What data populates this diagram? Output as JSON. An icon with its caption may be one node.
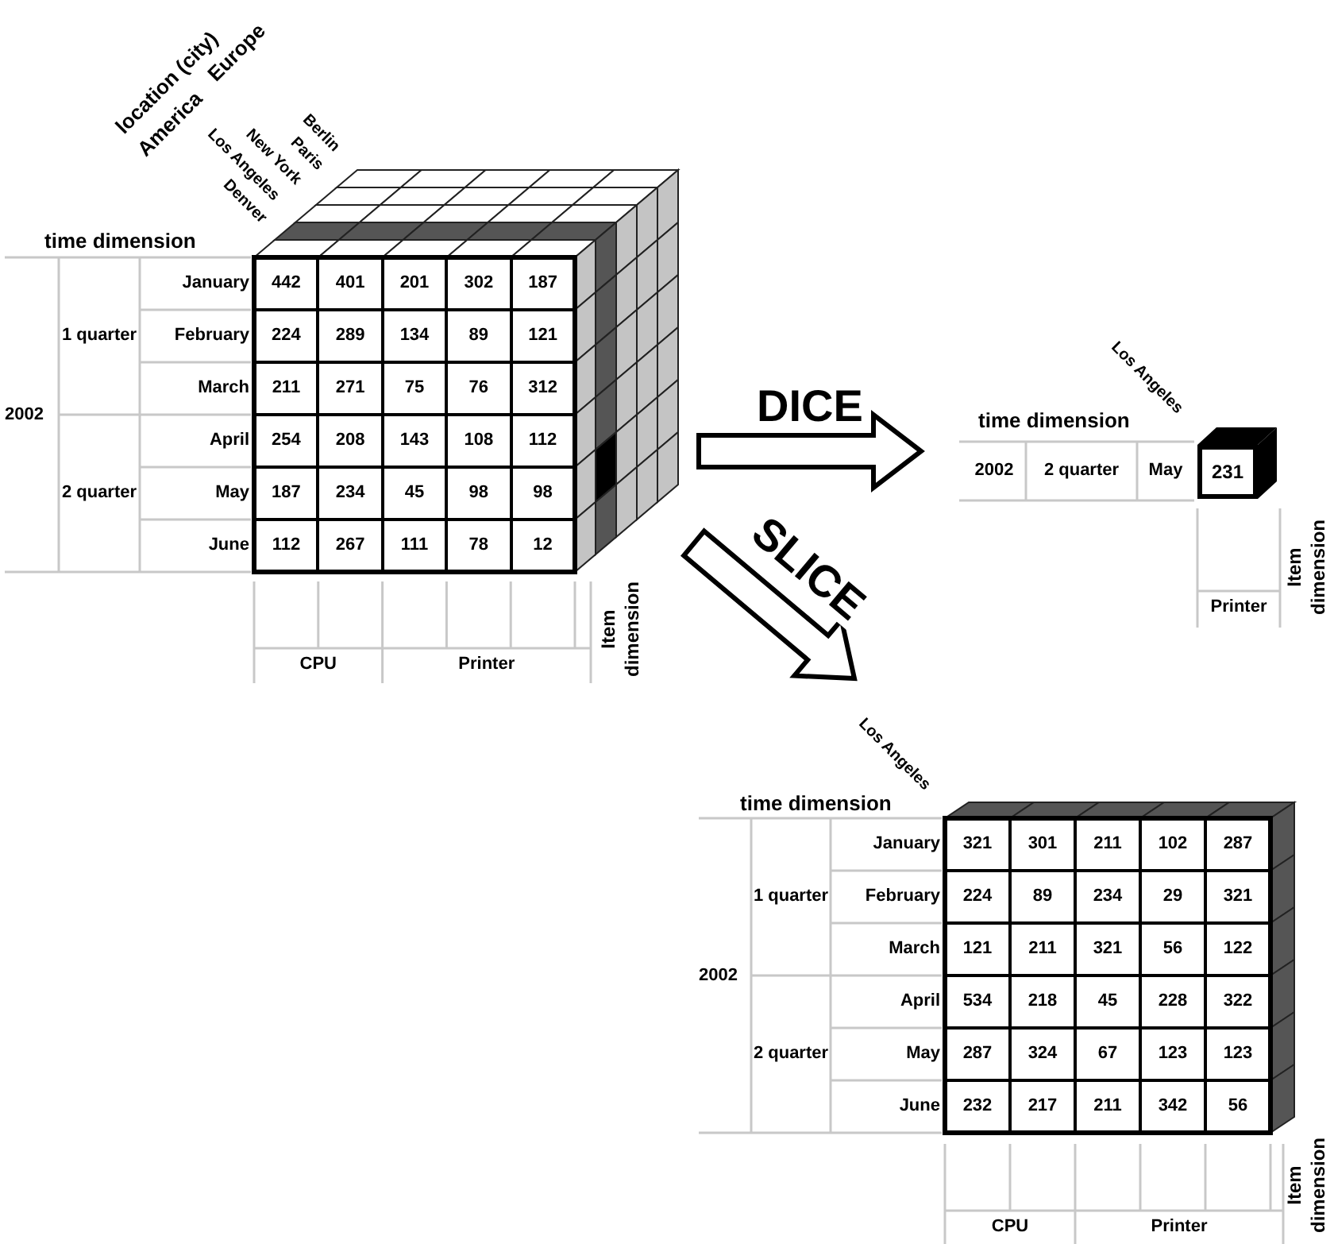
{
  "diagram": {
    "nodes": [
      {
        "text": [
          "location (city)",
          "America",
          "Europe",
          "Berlin",
          "Paris",
          "New York",
          "Los Angeles",
          "Denver",
          "time dimension",
          "2002",
          "1 quarter",
          "2 quarter",
          "January",
          "February",
          "March",
          "April",
          "May",
          "June",
          "442",
          "401",
          "201",
          "302",
          "187",
          "224",
          "289",
          "134",
          "89",
          "121",
          "211",
          "271",
          "75",
          "76",
          "312",
          "254",
          "208",
          "143",
          "108",
          "112",
          "187",
          "234",
          "45",
          "98",
          "98",
          "112",
          "267",
          "111",
          "78",
          "12",
          "CPU",
          "Printer",
          "Item dimension"
        ]
      },
      {
        "text": [
          "Los Angeles",
          "time dimension",
          "2002",
          "2 quarter",
          "May",
          "231",
          "Printer",
          "Item dimension"
        ]
      },
      {
        "text": [
          "Los Angeles",
          "time dimension",
          "2002",
          "1 quarter",
          "2 quarter",
          "January",
          "February",
          "March",
          "April",
          "May",
          "June",
          "321",
          "301",
          "211",
          "102",
          "287",
          "224",
          "89",
          "234",
          "29",
          "321",
          "121",
          "211",
          "321",
          "56",
          "122",
          "534",
          "218",
          "45",
          "228",
          "322",
          "287",
          "324",
          "67",
          "123",
          "123",
          "232",
          "217",
          "211",
          "342",
          "56",
          "CPU",
          "Printer",
          "Item dimension"
        ]
      }
    ],
    "edges": [
      {
        "from": 0,
        "to": 1,
        "arrow": "to",
        "label": "DICE"
      },
      {
        "from": 0,
        "to": 2,
        "arrow": "to",
        "label": "SLICE"
      }
    ]
  }
}
